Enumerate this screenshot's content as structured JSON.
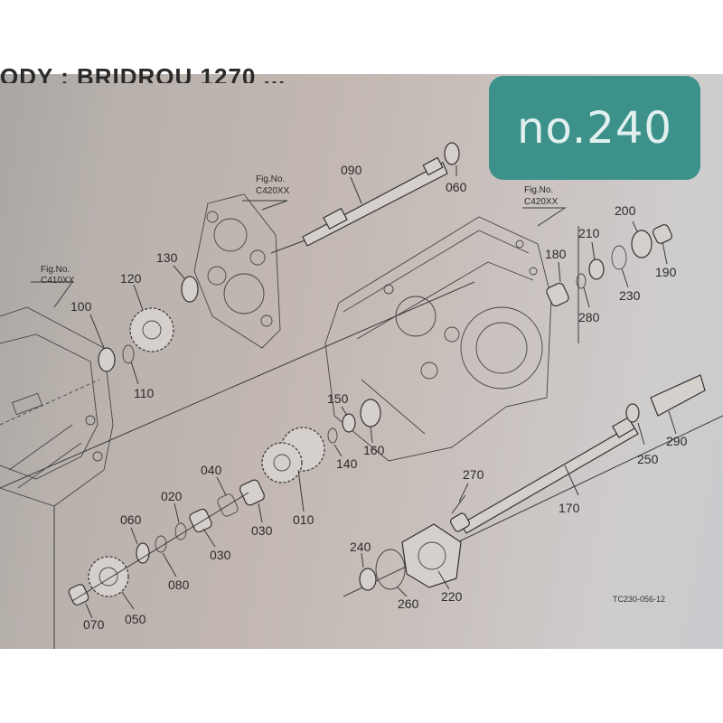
{
  "header": {
    "partial_title": "ODY : BRIDROU 1270 ..."
  },
  "badge": {
    "label": "no.240",
    "color": "#3d918b"
  },
  "figure_refs": [
    {
      "id": "fig-left",
      "line1": "Fig.No.",
      "line2": "C410XX"
    },
    {
      "id": "fig-center",
      "line1": "Fig.No.",
      "line2": "C420XX"
    },
    {
      "id": "fig-right",
      "line1": "Fig.No.",
      "line2": "C420XX"
    }
  ],
  "parts": {
    "p090": "090",
    "p060_top": "060",
    "p130": "130",
    "p120": "120",
    "p100": "100",
    "p110": "110",
    "p180": "180",
    "p210": "210",
    "p200": "200",
    "p190": "190",
    "p230": "230",
    "p280": "280",
    "p150": "150",
    "p160": "160",
    "p140": "140",
    "p010": "010",
    "p040": "040",
    "p030a": "030",
    "p030b": "030",
    "p020": "020",
    "p060_bottom": "060",
    "p080": "080",
    "p050": "050",
    "p070": "070",
    "p270": "270",
    "p170": "170",
    "p250": "250",
    "p290": "290",
    "p240": "240",
    "p260": "260",
    "p220": "220"
  },
  "drawing_code": "TC230-056-12"
}
